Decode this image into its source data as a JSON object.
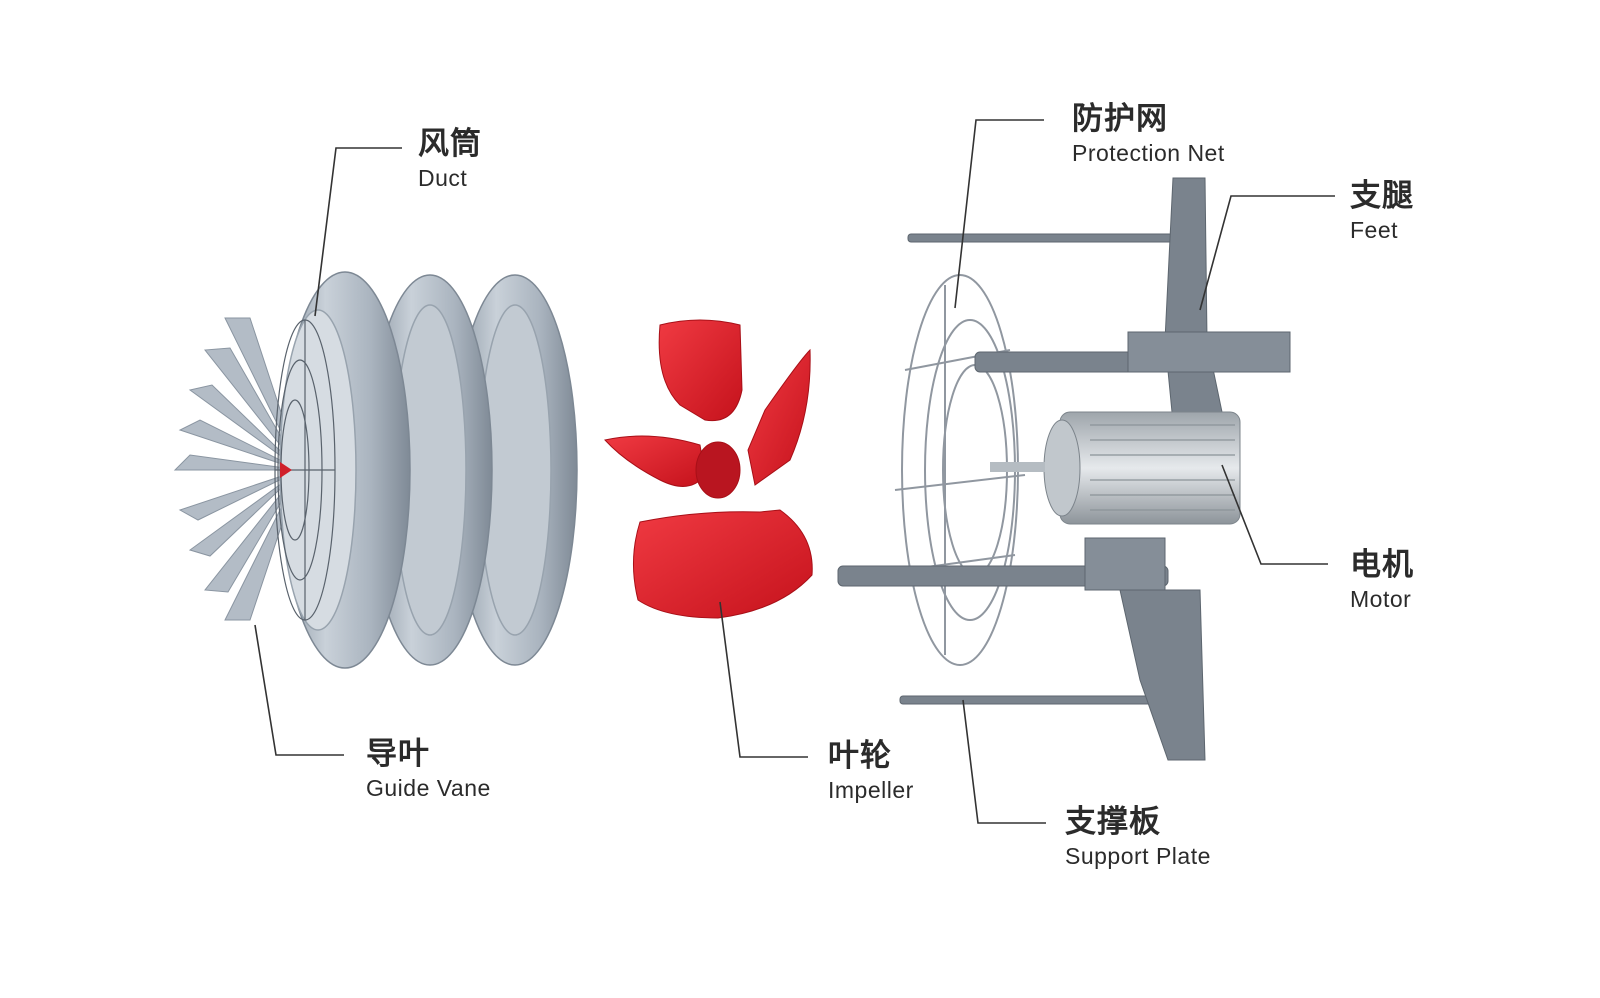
{
  "labels": {
    "duct": {
      "cn": "风筒",
      "en": "Duct"
    },
    "guide_vane": {
      "cn": "导叶",
      "en": "Guide Vane"
    },
    "impeller": {
      "cn": "叶轮",
      "en": "Impeller"
    },
    "protection_net": {
      "cn": "防护网",
      "en": "Protection Net"
    },
    "feet": {
      "cn": "支腿",
      "en": "Feet"
    },
    "motor": {
      "cn": "电机",
      "en": "Motor"
    },
    "support_plate": {
      "cn": "支撑板",
      "en": "Support Plate"
    }
  },
  "colors": {
    "duct_gray": "#a9b3be",
    "impeller_red": "#e3222c",
    "bracket_gray": "#6f7882",
    "motor_silver": "#cfd4d8",
    "leader_line": "#333333",
    "text": "#2b2b2b"
  }
}
